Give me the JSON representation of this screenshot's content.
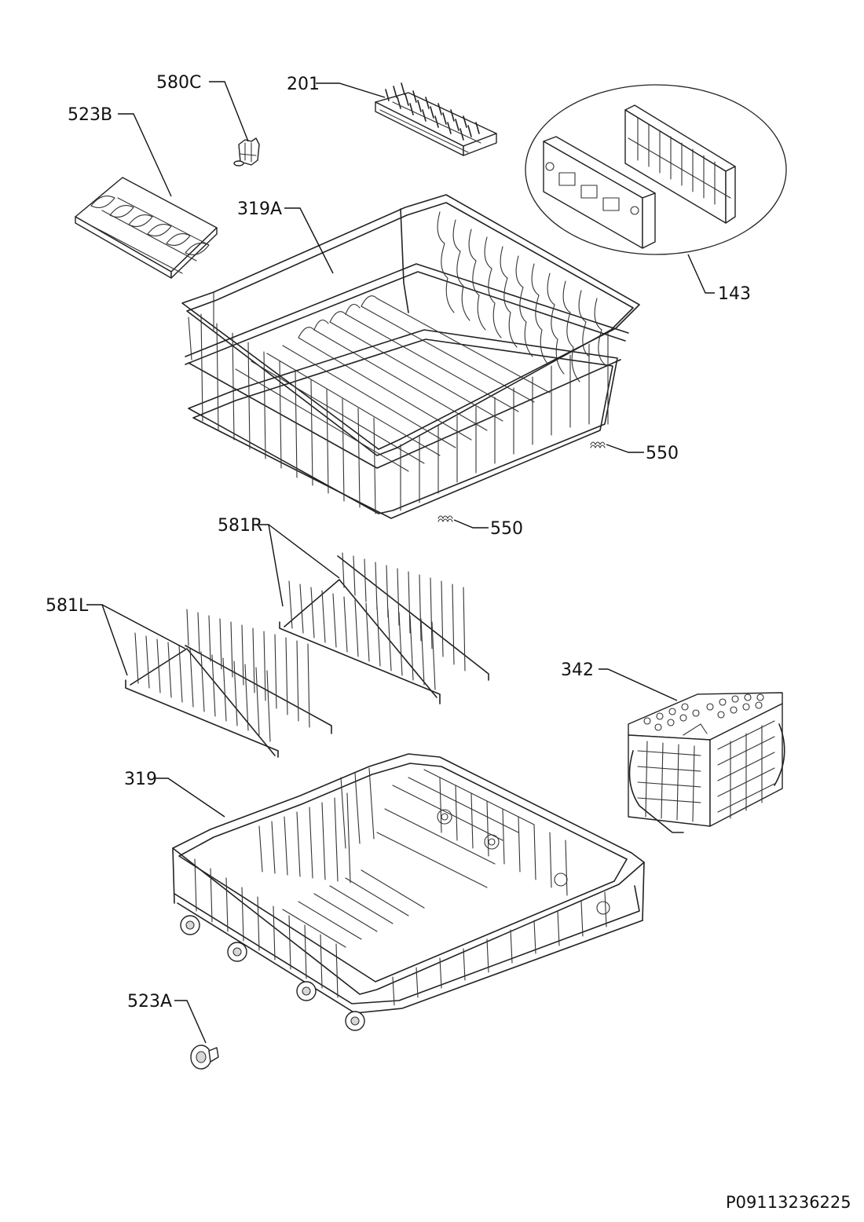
{
  "labels": {
    "p580c": "580C",
    "p201": "201",
    "p523b": "523B",
    "p319a": "319A",
    "p143": "143",
    "p550a": "550",
    "p550b": "550",
    "p581r": "581R",
    "p581l": "581L",
    "p342": "342",
    "p319": "319",
    "p523a": "523A"
  },
  "drawing_code": "P09113236225"
}
